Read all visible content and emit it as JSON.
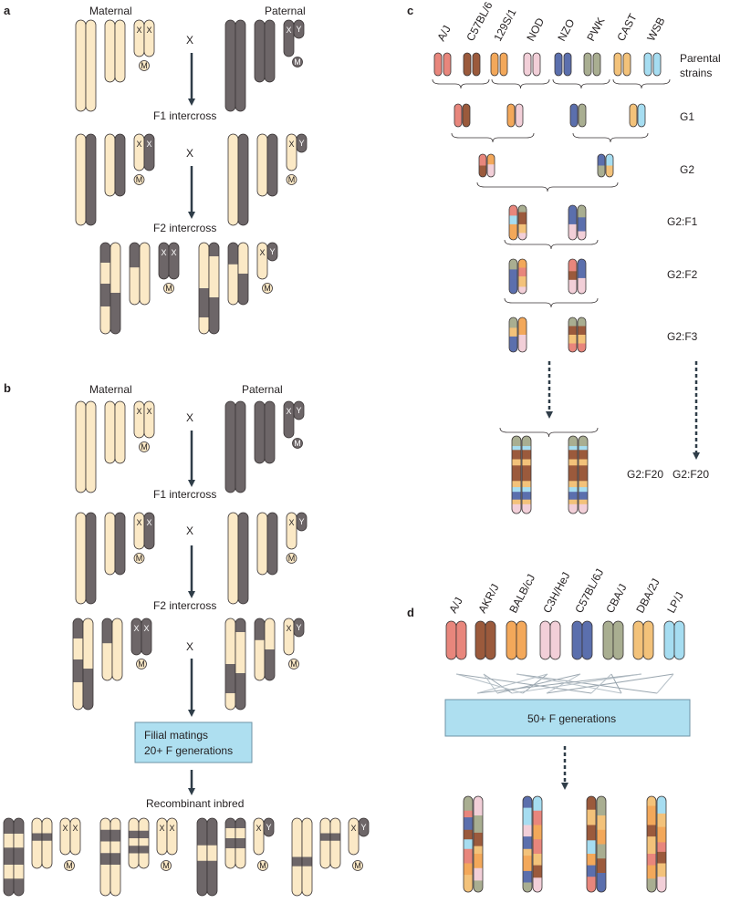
{
  "panels": {
    "a": {
      "letter": "a",
      "maternal": "Maternal",
      "paternal": "Paternal",
      "cross": "X",
      "step1": "F1 intercross",
      "step2": "F2 intercross",
      "sex": {
        "x": "X",
        "y": "Y",
        "mito": "M"
      }
    },
    "b": {
      "letter": "b",
      "maternal": "Maternal",
      "paternal": "Paternal",
      "cross": "X",
      "step1": "F1 intercross",
      "step2": "F2 intercross",
      "box_line1": "Filial matings",
      "box_line2": "20+ F generations",
      "result": "Recombinant inbred"
    },
    "c": {
      "letter": "c",
      "strains": [
        "A/J",
        "C57BL/6",
        "129S/1",
        "NOD",
        "NZO",
        "PWK",
        "CAST",
        "WSB"
      ],
      "parental_line1": "Parental",
      "parental_line2": "strains",
      "generations": [
        "G1",
        "G2",
        "G2:F1",
        "G2:F2",
        "G2:F3"
      ],
      "final_left": "G2:F20",
      "final_right": "G2:F20"
    },
    "d": {
      "letter": "d",
      "strains": [
        "A/J",
        "AKR/J",
        "BALB/cJ",
        "C3H/HeJ",
        "C57BL/6J",
        "CBA/J",
        "DBA/2J",
        "LP/J"
      ],
      "box_label": "50+ F generations"
    }
  },
  "colors": {
    "maternal": "#fbe9c6",
    "paternal": "#6d6668",
    "arrow": "#2f3d48",
    "box_fill": "#aedff0",
    "box_stroke": "#6f93a6",
    "strains_c": [
      "#e8867c",
      "#9b5a3c",
      "#f3a85a",
      "#f2cfd8",
      "#5b6fad",
      "#a9ae91",
      "#f3c27a",
      "#a6ddf1"
    ],
    "strains_d": [
      "#e8867c",
      "#9b5a3c",
      "#f3a85a",
      "#f2cfd8",
      "#5b6fad",
      "#a9ae91",
      "#f3c27a",
      "#a6ddf1"
    ]
  }
}
